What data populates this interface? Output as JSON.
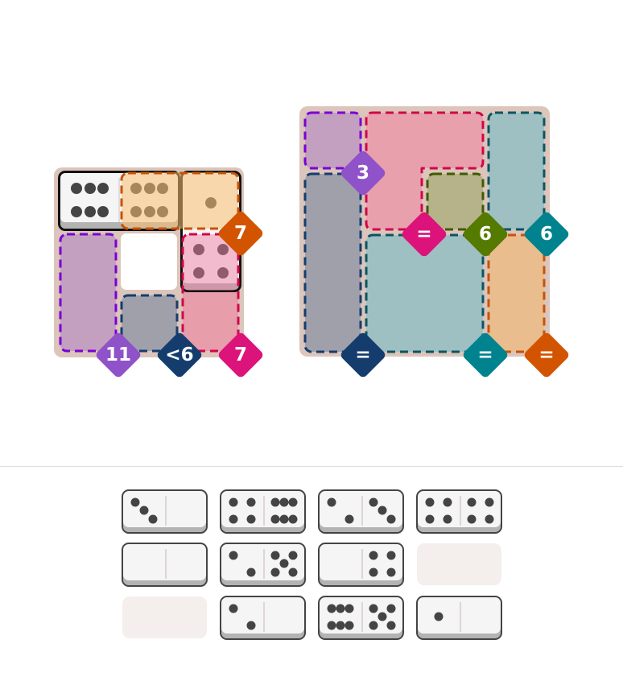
{
  "colors": {
    "board": "#dcc5bb",
    "pip": "#444444",
    "orange": "#d35400",
    "purple": "#9052c9",
    "navy": "#143d6e",
    "pink": "#dc137b",
    "teal": "#00838f",
    "olive": "#557a00"
  },
  "left_board": {
    "placed_dominoes": [
      {
        "values": [
          6,
          6
        ],
        "orientation": "horizontal"
      },
      {
        "values": [
          1,
          4
        ],
        "orientation": "vertical"
      }
    ],
    "badges": [
      {
        "label": "7",
        "color": "#d35400"
      },
      {
        "label": "11",
        "color": "#9052c9"
      },
      {
        "label": "<6",
        "color": "#143d6e"
      },
      {
        "label": "7",
        "color": "#dc137b"
      }
    ]
  },
  "right_board": {
    "badges": [
      {
        "label": "3",
        "color": "#9052c9"
      },
      {
        "label": "=",
        "color": "#dc137b"
      },
      {
        "label": "6",
        "color": "#557a00"
      },
      {
        "label": "6",
        "color": "#00838f"
      },
      {
        "label": "=",
        "color": "#143d6e"
      },
      {
        "label": "=",
        "color": "#00838f"
      },
      {
        "label": "=",
        "color": "#d35400"
      }
    ]
  },
  "tray": [
    [
      3,
      0
    ],
    [
      4,
      6
    ],
    [
      2,
      3
    ],
    [
      4,
      4
    ],
    [
      0,
      0
    ],
    [
      2,
      5
    ],
    [
      0,
      4
    ],
    null,
    null,
    [
      2,
      0
    ],
    [
      6,
      5
    ],
    [
      1,
      0
    ]
  ]
}
